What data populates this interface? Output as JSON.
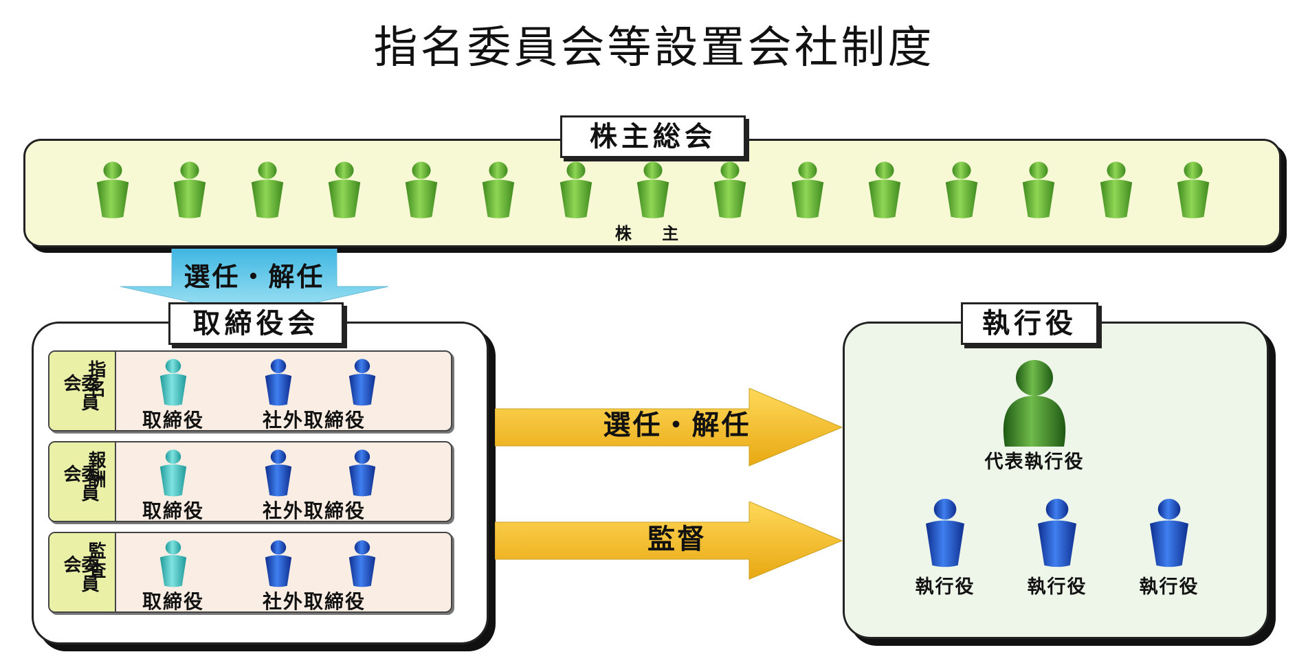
{
  "title": "指名委員会等設置会社制度",
  "shareholders_meeting": {
    "title": "株主総会",
    "person_label": "株 主",
    "person_count": 15
  },
  "appointment_arrow": {
    "label": "選任・解任"
  },
  "board": {
    "title": "取締役会",
    "committees": [
      {
        "line1": "指名",
        "line2": "委員会",
        "inside_director": "取締役",
        "outside_director": "社外取締役"
      },
      {
        "line1": "報酬",
        "line2": "委員会",
        "inside_director": "取締役",
        "outside_director": "社外取締役"
      },
      {
        "line1": "監査",
        "line2": "委員会",
        "inside_director": "取締役",
        "outside_director": "社外取締役"
      }
    ]
  },
  "board_to_officers": {
    "appoint_label": "選任・解任",
    "supervise_label": "監督"
  },
  "officers": {
    "title": "執行役",
    "representative": "代表執行役",
    "members": [
      "執行役",
      "執行役",
      "執行役"
    ]
  },
  "colors": {
    "shareholder_green": "#5fae2a",
    "inside_director_teal": "#3bbfbf",
    "outside_director_blue": "#1f4fbf",
    "officer_blue": "#1e52c8",
    "representative_green": "#3e8a2a",
    "arrow_yellow": "#f3bc2c",
    "arrow_blue": "#5bc8ea"
  }
}
